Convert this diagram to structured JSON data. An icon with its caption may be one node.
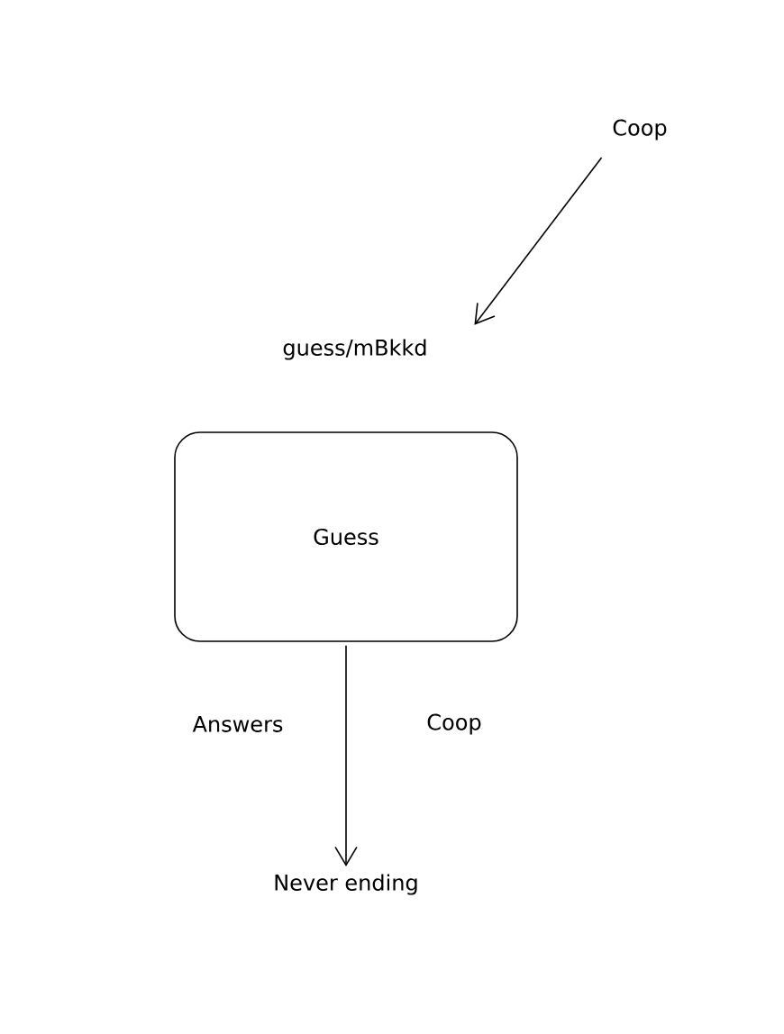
{
  "diagram": {
    "nodes": [
      {
        "text": [
          "Coop"
        ]
      },
      {
        "text": [
          "guess/mBkkd"
        ]
      },
      {
        "text": [
          "Guess"
        ]
      },
      {
        "text": [
          "Never ending"
        ]
      }
    ],
    "edges": [
      {
        "from": 0,
        "to": 1,
        "arrow": "to"
      },
      {
        "from": 2,
        "to": 3,
        "arrow": "to",
        "label": "Answers"
      }
    ],
    "labels": [
      "Coop"
    ]
  }
}
